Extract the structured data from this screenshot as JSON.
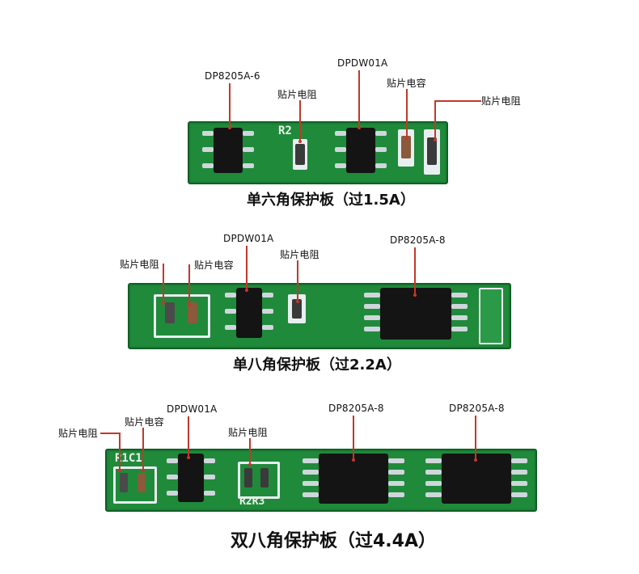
{
  "board1": {
    "labels": {
      "chip1": "DP8205A-6",
      "chip2": "DPDW01A",
      "res1": "贴片电阻",
      "cap1": "贴片电容",
      "res2": "贴片电阻"
    },
    "caption": "单六角保护板（过1.5A）"
  },
  "board2": {
    "labels": {
      "res1": "贴片电阻",
      "cap1": "贴片电容",
      "chip1": "DPDW01A",
      "res2": "贴片电阻",
      "chip2": "DP8205A-8"
    },
    "caption": "单八角保护板（过2.2A）"
  },
  "board3": {
    "labels": {
      "res1": "贴片电阻",
      "cap1": "贴片电容",
      "chip1": "DPDW01A",
      "res2": "贴片电阻",
      "chip2": "DP8205A-8",
      "chip3": "DP8205A-8"
    },
    "caption": "双八角保护板（过4.4A）"
  }
}
